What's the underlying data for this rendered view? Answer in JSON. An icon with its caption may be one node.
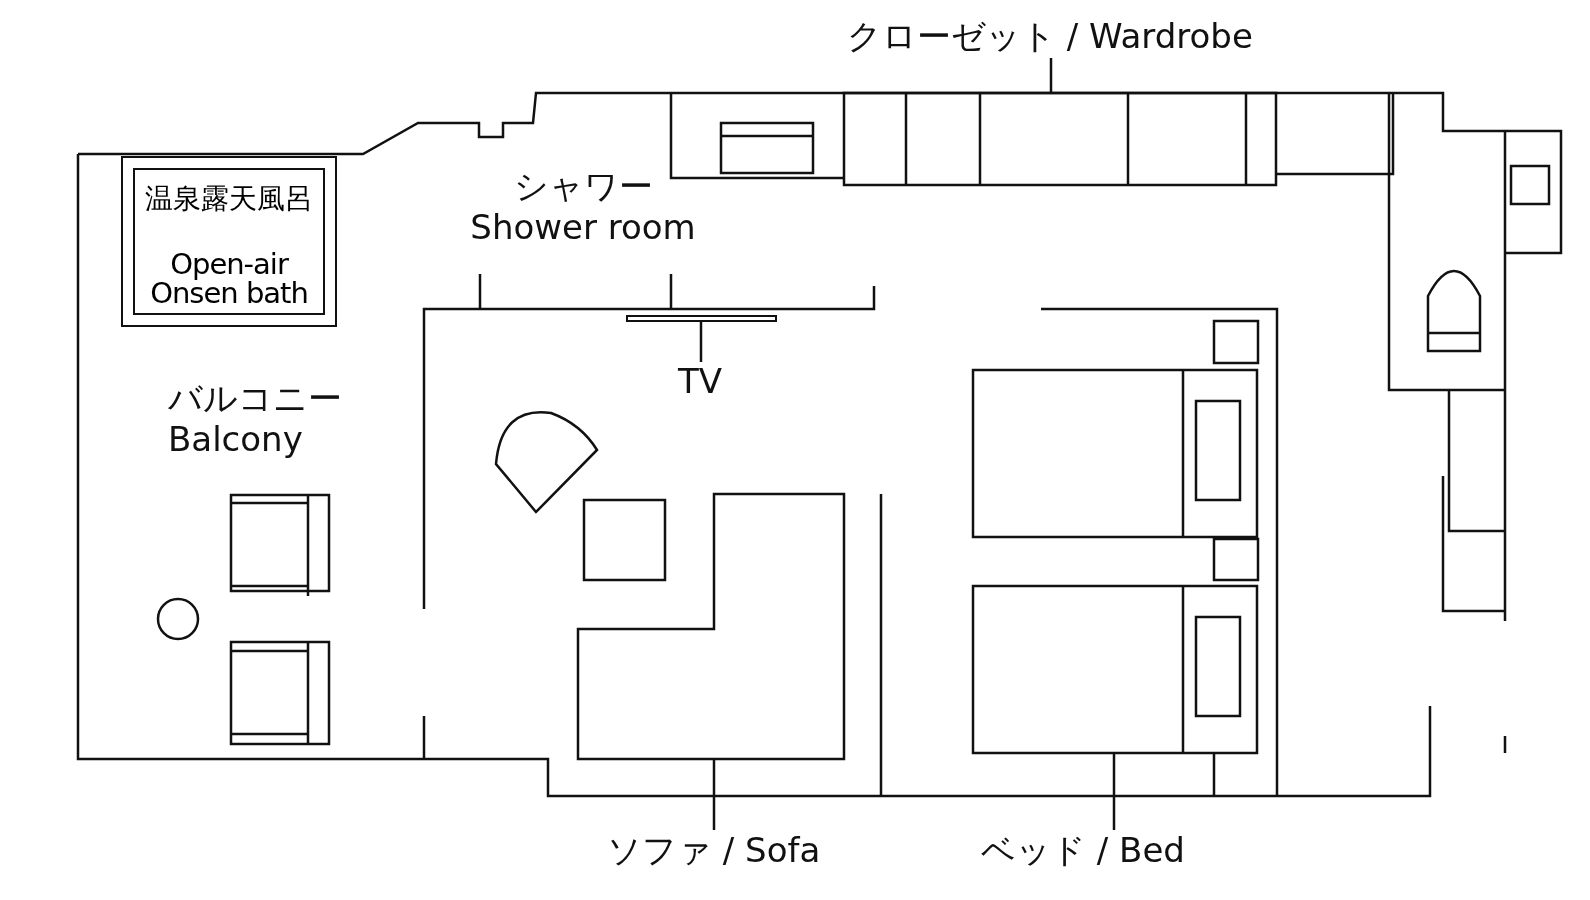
{
  "diagram": {
    "nodes": [
      {
        "text": [
          "クローゼット / Wardrobe"
        ]
      },
      {
        "text": [],
        "shape": "box"
      },
      {
        "text": [
          "温泉露天風呂",
          "Open-air Onsen bath"
        ]
      },
      {
        "text": [
          "TV"
        ]
      },
      {
        "text": [],
        "shape": "bar"
      },
      {
        "text": [
          "ソファ / Sofa"
        ]
      },
      {
        "text": [],
        "shape": "box"
      },
      {
        "text": [
          "ベッド / Bed"
        ]
      },
      {
        "text": [],
        "shape": "box"
      }
    ],
    "edges": [
      {
        "from": 0,
        "to": 1,
        "arrow": "none"
      },
      {
        "from": 3,
        "to": 4,
        "arrow": "none"
      },
      {
        "from": 5,
        "to": 6,
        "arrow": "none"
      },
      {
        "from": 7,
        "to": 8,
        "arrow": "none"
      }
    ],
    "labels": [
      "シャワー Shower room",
      "バルコニー Balcony"
    ]
  }
}
